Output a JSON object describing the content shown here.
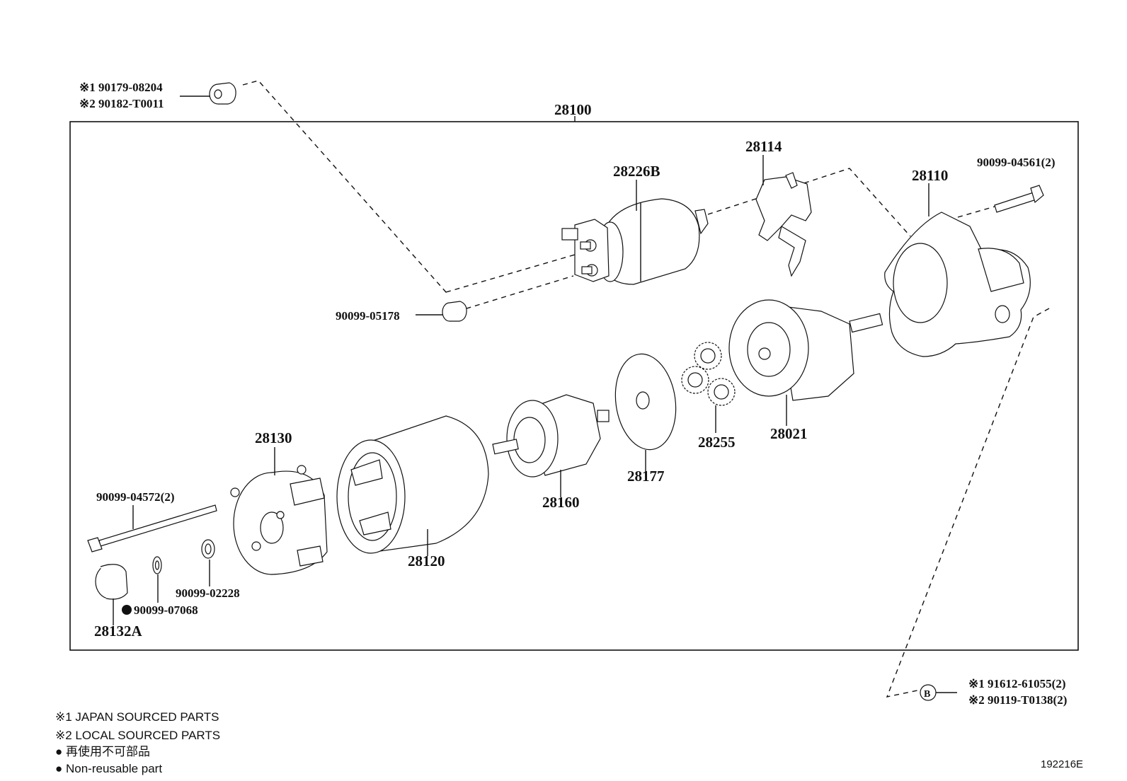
{
  "assembly": {
    "label": "28100"
  },
  "parts": {
    "p28226B": "28226B",
    "p28114": "28114",
    "p28110": "28110",
    "bolt_04561": "90099-04561(2)",
    "nut_05178": "90099-05178",
    "p28021": "28021",
    "p28255": "28255",
    "p28177": "28177",
    "p28160": "28160",
    "p28120": "28120",
    "p28130": "28130",
    "bolt_04572": "90099-04572(2)",
    "washer_02228": "90099-02228",
    "oring_07068": "90099-07068",
    "cap_28132A": "28132A"
  },
  "callouts": {
    "top_nut_jp": "※1 90179-08204",
    "top_nut_local": "※2 90182-T0011",
    "bottom_nut_jp": "※1 91612-61055(2)",
    "bottom_nut_local": "※2 90119-T0138(2)",
    "bottom_nut_symbol": "B"
  },
  "legend": {
    "japan": "※1 JAPAN SOURCED PARTS",
    "local": "※2 LOCAL SOURCED PARTS",
    "nonreuse_jp": "● 再使用不可部品",
    "nonreuse_en": "● Non-reusable part"
  },
  "diagram_id": "192216E"
}
